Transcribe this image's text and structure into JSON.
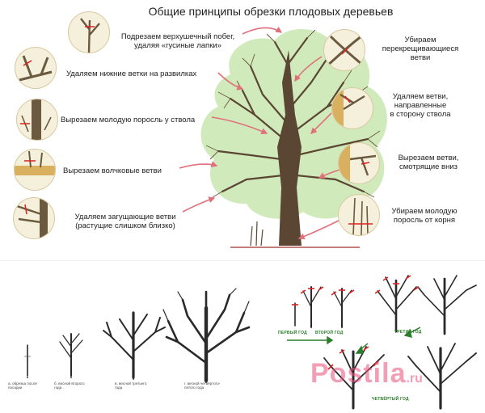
{
  "title": "Общие принципы обрезки плодовых деревьев",
  "left_labels": [
    "Подрезаем верхушечный побег,",
    "удаляя «гусиные лапки»",
    "Удаляем нижние ветки на развилках",
    "Вырезаем молодую поросль у ствола",
    "Вырезаем волчковые ветви",
    "Удаляем загущающие ветви",
    "(растущие слишком близко)"
  ],
  "right_labels": [
    "Убираем",
    "перекрещивающиеся",
    "ветви",
    "Удаляем ветви,",
    "направленные",
    "в сторону ствола",
    "Вырезаем ветви,",
    "смотрящие вниз",
    "Убираем молодую",
    "поросль от корня"
  ],
  "stage_captions": [
    "а. обрезка после",
    "посадки",
    "б. весной второго",
    "года",
    "в. весной третьего",
    "года",
    "г. весной четвёртого-",
    "пятого года"
  ],
  "year_labels": {
    "first": "ПЕРВЫЙ ГОД",
    "second": "ВТОРОЙ ГОД",
    "third": "ТРЕТИЙ ГОД",
    "fourth": "ЧЕТВЁРТЫЙ ГОД"
  },
  "watermark": {
    "main": "Postila",
    "suffix": ".ru"
  },
  "colors": {
    "foliage": "#c8e6b0",
    "bark": "#5a4632",
    "arrow": "#e0707a",
    "cut": "#e02020",
    "watermark": "#e8507a"
  }
}
